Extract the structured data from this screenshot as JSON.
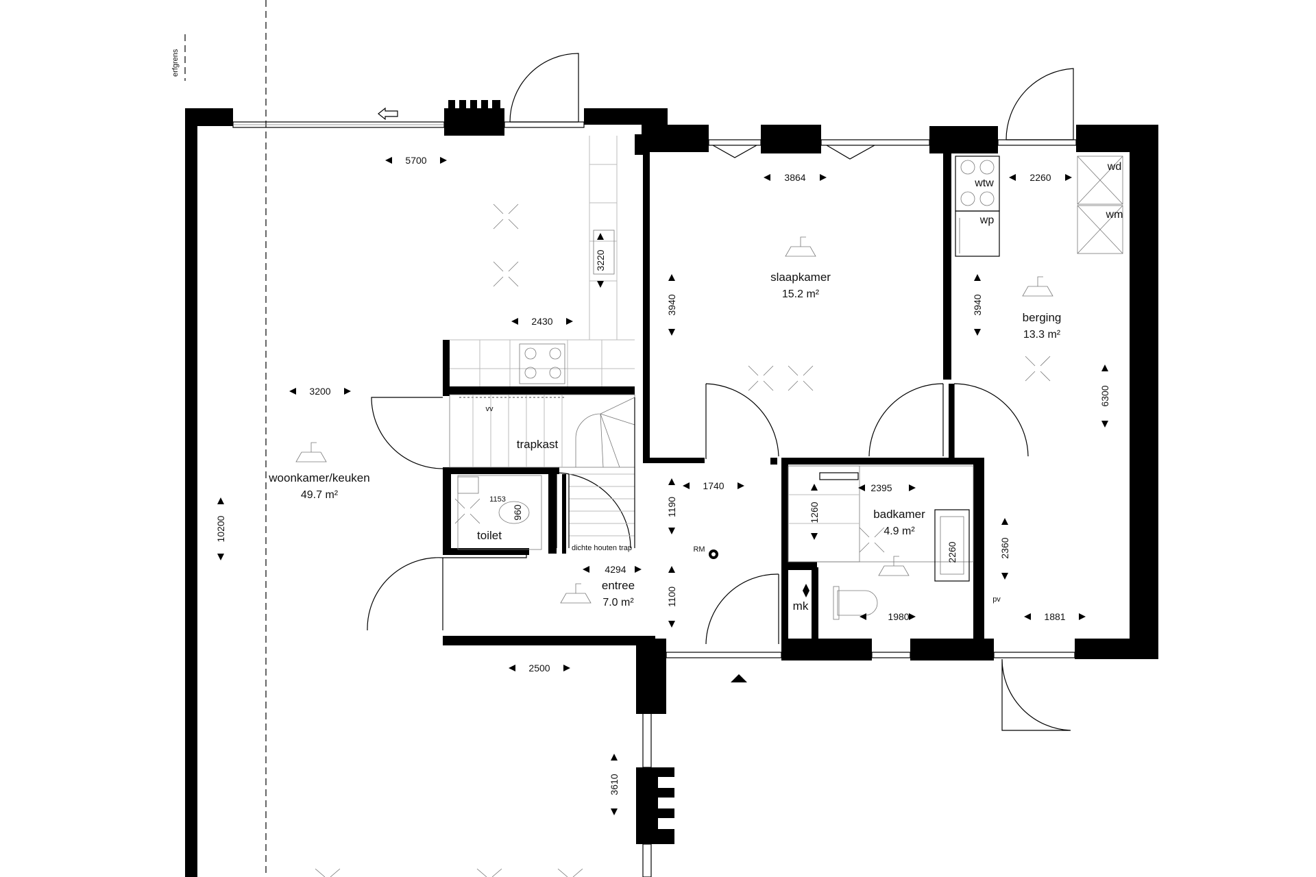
{
  "labels": {
    "erfgrens": "erfgrens",
    "woonkamer": "woonkamer/keuken",
    "woonkamer_area": "49.7 m²",
    "slaapkamer": "slaapkamer",
    "slaapkamer_area": "15.2 m²",
    "berging": "berging",
    "berging_area": "13.3 m²",
    "trapkast": "trapkast",
    "toilet": "toilet",
    "entree": "entree",
    "entree_area": "7.0 m²",
    "badkamer": "badkamer",
    "badkamer_area": "4.9 m²",
    "mk": "mk",
    "rm": "RM",
    "trap": "dichte houten trap",
    "wtw": "wtw",
    "wp": "wp",
    "wd": "wd",
    "wm": "wm",
    "pv": "pv",
    "vv": "vv"
  },
  "dimensions": {
    "d5700": "5700",
    "d3864": "3864",
    "d2260": "2260",
    "d3220": "3220",
    "d3940a": "3940",
    "d3940b": "3940",
    "d2430": "2430",
    "d3200": "3200",
    "d6300": "6300",
    "d1740": "1740",
    "d2395": "2395",
    "d1153": "1153",
    "d960": "960",
    "d1190": "1190",
    "d1260": "1260",
    "d2260b": "2260",
    "d2360": "2360",
    "d10200": "10200",
    "d4294": "4294",
    "d1100": "1100",
    "d1980": "1980",
    "d1881": "1881",
    "d2500": "2500",
    "d3610": "3610"
  }
}
